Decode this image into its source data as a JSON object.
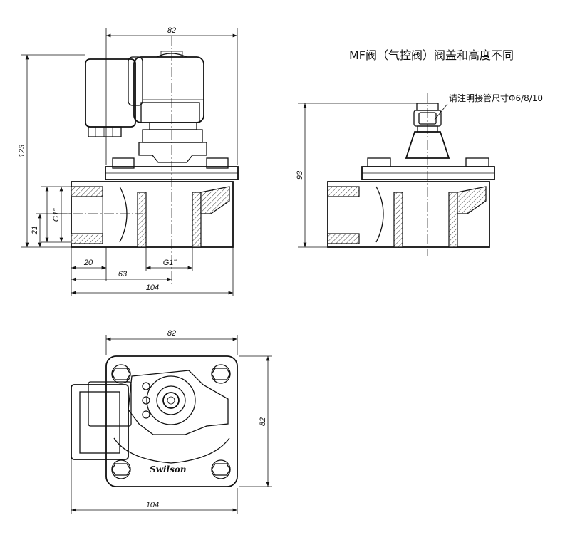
{
  "title_note": "MF阀（气控阀）阀盖和高度不同",
  "tube_note": "请注明接管尺寸Φ6/8/10",
  "logo_text": "Swilson",
  "dimensions": {
    "front_top_width": "82",
    "front_height": "123",
    "front_thread_side": "G1\"",
    "front_thread_height": "21",
    "front_offset_20": "20",
    "front_offset_63": "63",
    "front_thread_bottom": "G1\"",
    "front_total_width": "104",
    "mf_height": "93",
    "bottom_top_width": "82",
    "bottom_side_height": "82",
    "bottom_total_width": "104"
  }
}
